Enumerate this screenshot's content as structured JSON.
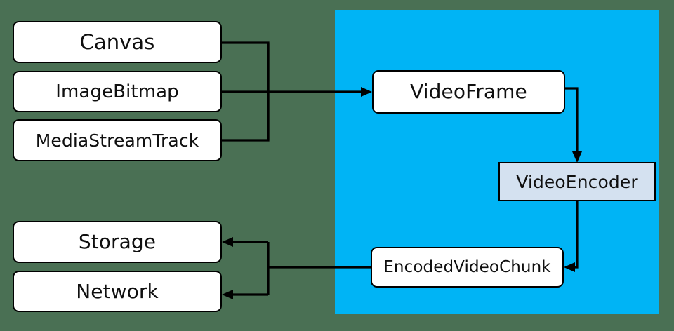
{
  "diagram": {
    "title": "WebCodecs video encoding pipeline",
    "background_color": "#4a7054",
    "panel": {
      "name": "webcodecs-panel",
      "color": "#00b4f5",
      "label": ""
    },
    "node_fill_default": "#ffffff",
    "node_fill_encoder": "#d4e1f0",
    "stroke_color": "#000000"
  },
  "sources": {
    "items": [
      {
        "id": "canvas",
        "label": "Canvas"
      },
      {
        "id": "image-bitmap",
        "label": "ImageBitmap"
      },
      {
        "id": "media-stream-track",
        "label": "MediaStreamTrack"
      }
    ]
  },
  "sinks": {
    "items": [
      {
        "id": "storage",
        "label": "Storage"
      },
      {
        "id": "network",
        "label": "Network"
      }
    ]
  },
  "pipeline": {
    "items": [
      {
        "id": "video-frame",
        "label": "VideoFrame",
        "fill": "#ffffff"
      },
      {
        "id": "video-encoder",
        "label": "VideoEncoder",
        "fill": "#d4e1f0"
      },
      {
        "id": "encoded-video-chunk",
        "label": "EncodedVideoChunk",
        "fill": "#ffffff"
      }
    ]
  },
  "edges": [
    {
      "id": "sources-to-videoframe",
      "from": "Canvas, ImageBitmap, MediaStreamTrack",
      "to": "VideoFrame",
      "arrow": "to"
    },
    {
      "id": "videoframe-to-videoencoder",
      "from": "VideoFrame",
      "to": "VideoEncoder",
      "arrow": "to"
    },
    {
      "id": "videoencoder-to-encodedchunk",
      "from": "VideoEncoder",
      "to": "EncodedVideoChunk",
      "arrow": "to"
    },
    {
      "id": "encodedchunk-to-storage",
      "from": "EncodedVideoChunk",
      "to": "Storage",
      "arrow": "to"
    },
    {
      "id": "encodedchunk-to-network",
      "from": "EncodedVideoChunk",
      "to": "Network",
      "arrow": "to"
    }
  ]
}
